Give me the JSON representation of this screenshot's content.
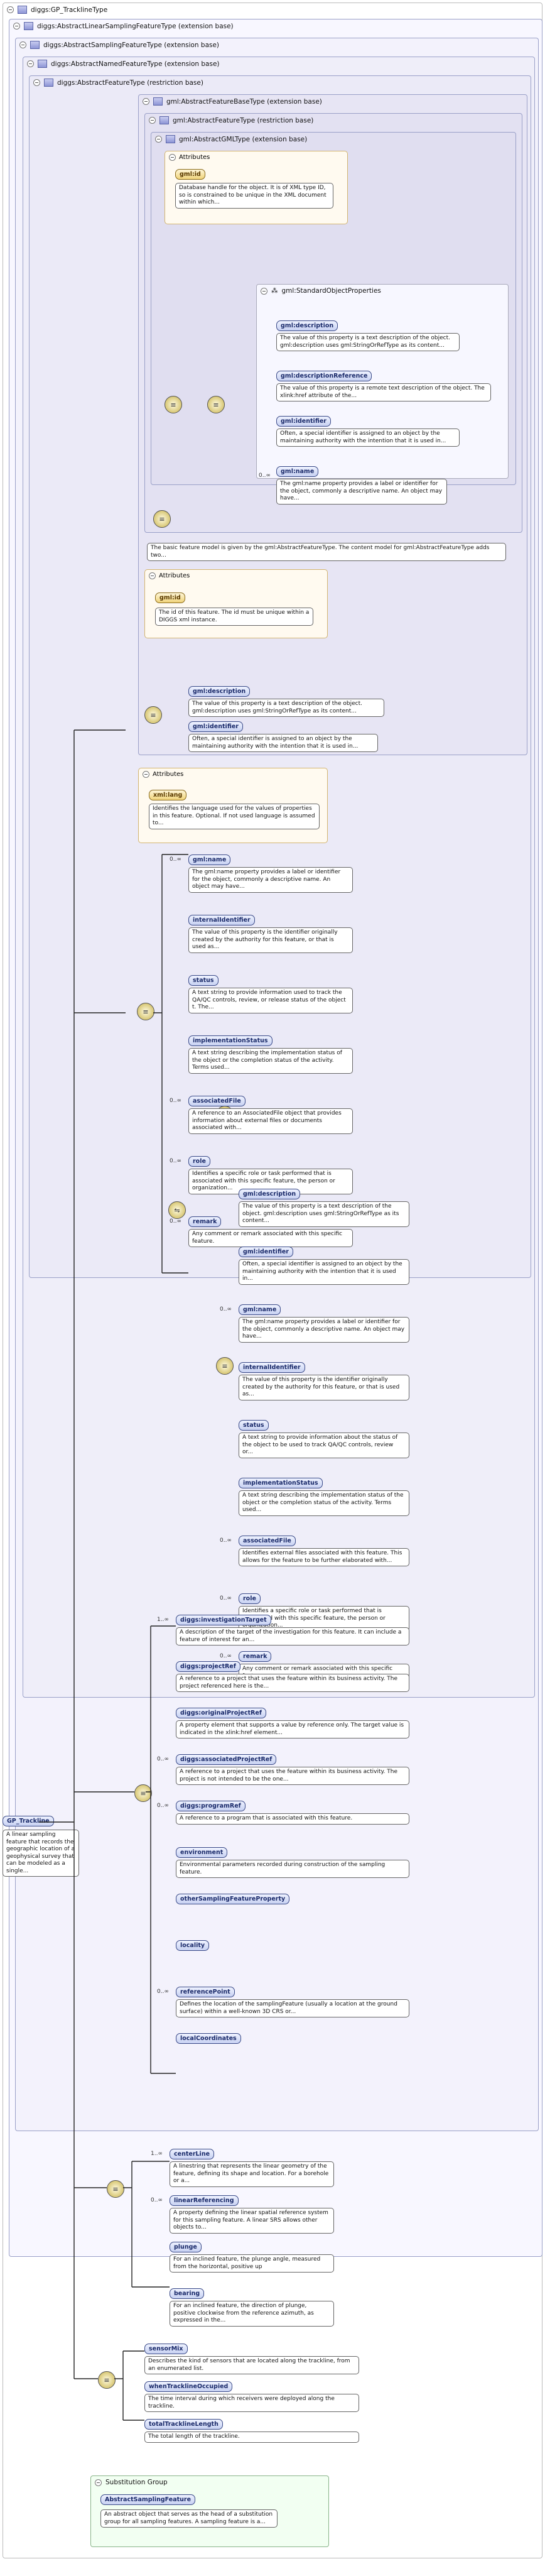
{
  "root": {
    "title": "diggs:GP_TracklineType",
    "label": "GP_Trackline",
    "doc": "A linear sampling feature that records the geographic location of a geophysical survey that can be modeled as a single..."
  },
  "ext": {
    "e1": "diggs:AbstractLinearSamplingFeatureType (extension base)",
    "e2": "diggs:AbstractSamplingFeatureType (extension base)",
    "e3": "diggs:AbstractNamedFeatureType (extension base)",
    "e4": "diggs:AbstractFeatureType (restriction base)",
    "e5": "gml:AbstractFeatureBaseType (extension base)",
    "e6": "gml:AbstractFeatureType (restriction base)",
    "e7": "gml:AbstractGMLType (extension base)"
  },
  "attrs_label": "Attributes",
  "gml_attr": {
    "name": "gml:id",
    "doc": "Database handle for the object. It is of XML type ID, so is constrained to be unique in the XML document within which..."
  },
  "std_group": {
    "title": "gml:StandardObjectProperties",
    "items": [
      {
        "name": "gml:description",
        "doc": "The value of this property is a text description of the object. gml:description uses gml:StringOrRefType as its content..."
      },
      {
        "name": "gml:descriptionReference",
        "doc": "The value of this property is a remote text description of the object. The xlink:href attribute of the..."
      },
      {
        "name": "gml:identifier",
        "doc": "Often, a special identifier is assigned to an object by the maintaining authority with the intention that it is used in..."
      },
      {
        "name": "gml:name",
        "doc": "The gml:name property provides a label or identifier for the object, commonly a descriptive name. An object may have...",
        "mult": "0..∞"
      }
    ]
  },
  "feat_base_doc": "The basic feature model is given by the gml:AbstractFeatureType. The content model for gml:AbstractFeatureType adds two...",
  "diggs_feat_attr": {
    "name": "gml:id",
    "doc": "The id of this feature. The id must be unique within a DIGGS xml instance."
  },
  "diggs_feat_items": [
    {
      "name": "gml:description",
      "doc": "The value of this property is a text description of the object. gml:description uses gml:StringOrRefType as its content..."
    },
    {
      "name": "gml:identifier",
      "doc": "Often, a special identifier is assigned to an object by the maintaining authority with the intention that it is used in..."
    }
  ],
  "named_attr": {
    "name": "xml:lang",
    "doc": "Identifies the language used for the values of properties in this feature. Optional. If not used language is assumed to..."
  },
  "named_items": [
    {
      "name": "gml:name",
      "mult": "0..∞",
      "doc": "The gml:name property provides a label or identifier for the object, commonly a descriptive name. An object may have..."
    },
    {
      "name": "internalIdentifier",
      "mult": "",
      "doc": "The value of this property is the identifier originally created by the authority for this feature, or that is used as..."
    },
    {
      "name": "status",
      "mult": "",
      "doc": "A text string to provide information used to track the QA/QC controls, review, or release status of the object t. The..."
    },
    {
      "name": "implementationStatus",
      "mult": "",
      "doc": "A text string describing the implementation status of the object or the completion status of the activity. Terms used..."
    },
    {
      "name": "associatedFile",
      "mult": "0..∞",
      "doc": "A reference to an AssociatedFile object that provides information about external files or documents associated with..."
    },
    {
      "name": "role",
      "mult": "0..∞",
      "doc": "Identifies a specific role or task performed that is associated with this specific feature, the person or organization..."
    },
    {
      "name": "remark",
      "mult": "0..∞",
      "doc": "Any comment or remark associated with this specific feature."
    }
  ],
  "choice_items": [
    {
      "name": "gml:description",
      "mult": "",
      "doc": "The value of this property is a text description of the object. gml:description uses gml:StringOrRefType as its content..."
    },
    {
      "name": "gml:identifier",
      "mult": "",
      "doc": "Often, a special identifier is assigned to an object by the maintaining authority with the intention that it is used in..."
    },
    {
      "name": "gml:name",
      "mult": "0..∞",
      "doc": "The gml:name property provides a label or identifier for the object, commonly a descriptive name. An object may have..."
    },
    {
      "name": "internalIdentifier",
      "mult": "",
      "doc": "The value of this property is the identifier originally created by the authority for this feature, or that is used as..."
    },
    {
      "name": "status",
      "mult": "",
      "doc": "A text string to provide information about the status of the object to be used to track QA/QC controls, review or..."
    },
    {
      "name": "implementationStatus",
      "mult": "",
      "doc": "A text string describing the implementation status of the object or the completion status of the activity. Terms used..."
    },
    {
      "name": "associatedFile",
      "mult": "0..∞",
      "doc": "Identifies external files associated with this feature. This allows for the feature to be further elaborated with..."
    },
    {
      "name": "role",
      "mult": "0..∞",
      "doc": "Identifies a specific role or task performed that is associated with this specific feature, the person or organization..."
    },
    {
      "name": "remark",
      "mult": "0..∞",
      "doc": "Any comment or remark associated with this specific feature."
    }
  ],
  "sampling_items": [
    {
      "name": "diggs:investigationTarget",
      "mult": "1..∞",
      "doc": "A description of the target of the investigation for this feature. It can include a feature of interest for an..."
    },
    {
      "name": "diggs:projectRef",
      "mult": "",
      "doc": "A reference to a project that uses the feature within its business activity. The project referenced here is the..."
    },
    {
      "name": "diggs:originalProjectRef",
      "mult": "",
      "doc": "A property element that supports a value by reference only. The target value is indicated in the xlink:href element..."
    },
    {
      "name": "diggs:associatedProjectRef",
      "mult": "0..∞",
      "doc": "A reference to a project that uses the feature within its business activity. The project is not intended to be the one..."
    },
    {
      "name": "diggs:programRef",
      "mult": "0..∞",
      "doc": "A reference to a program that is associated with this feature."
    },
    {
      "name": "environment",
      "mult": "",
      "doc": "Environmental parameters recorded during construction of the sampling feature."
    },
    {
      "name": "otherSamplingFeatureProperty",
      "mult": "",
      "doc": ""
    },
    {
      "name": "locality",
      "mult": "",
      "doc": ""
    },
    {
      "name": "referencePoint",
      "mult": "0..∞",
      "doc": "Defines the location of the samplingFeature (usually a location at the ground surface) within a well-known 3D CRS or..."
    },
    {
      "name": "localCoordinates",
      "mult": "",
      "doc": ""
    }
  ],
  "linear_items": [
    {
      "name": "centerLine",
      "mult": "1..∞",
      "doc": "A linestring that represents the linear geometry of the feature, defining its shape and location. For a borehole or a..."
    },
    {
      "name": "linearReferencing",
      "mult": "0..∞",
      "doc": "A property defining the linear spatial reference system for this sampling feature. A linear SRS allows other objects to..."
    },
    {
      "name": "plunge",
      "mult": "",
      "doc": "For an inclined feature, the plunge angle, measured from the horizontal, positive up"
    },
    {
      "name": "bearing",
      "mult": "",
      "doc": "For an inclined feature, the direction of plunge, positive clockwise from the reference azimuth, as expressed in the..."
    }
  ],
  "trackline_items": [
    {
      "name": "sensorMix",
      "doc": "Describes the kind of sensors that are located along the trackline, from an enumerated list."
    },
    {
      "name": "whenTracklineOccupied",
      "doc": "The time interval during which receivers were deployed along the trackline."
    },
    {
      "name": "totalTracklineLength",
      "doc": "The total length of the trackline."
    }
  ],
  "subst": {
    "title": "Substitution Group",
    "name": "AbstractSamplingFeature",
    "doc": "An abstract object that serves as the head of a substitution group for all sampling features. A sampling feature is a..."
  }
}
